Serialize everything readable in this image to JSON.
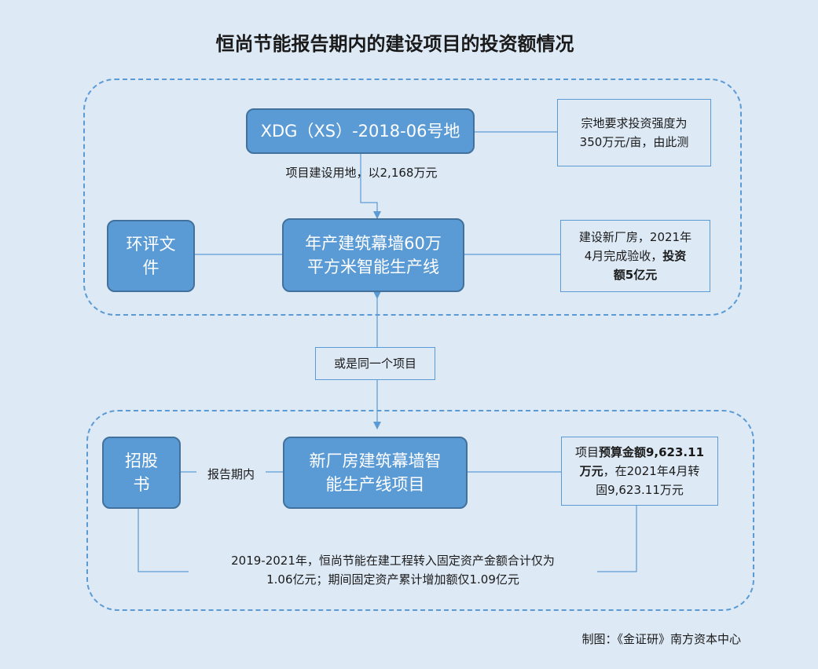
{
  "title": "恒尚节能报告期内的建设项目的投资额情况",
  "nodes": {
    "land": "XDG（XS）-2018-06号地",
    "eia_line1": "环评文",
    "eia_line2": "件",
    "line_line1": "年产建筑幕墙60万",
    "line_line2": "平方米智能生产线",
    "prospectus_line1": "招股",
    "prospectus_line2": "书",
    "project_line1": "新厂房建筑幕墙智",
    "project_line2": "能生产线项目"
  },
  "notes": {
    "land_note_line1": "宗地要求投资强度为",
    "land_note_line2": "350万元/亩，由此测",
    "line_note_line1": "建设新厂房，2021年",
    "line_note_line2": "4月完成验收，",
    "line_note_bold1": "投资",
    "line_note_bold2": "额5亿元",
    "project_note_pre": "项目",
    "project_note_bold1": "预算金额9,623.11",
    "project_note_bold2": "万元",
    "project_note_line2": "，在2021年4月转",
    "project_note_line3": "固9,623.11万元",
    "same_project": "或是同一个项目"
  },
  "labels": {
    "land_use": "项目建设用地，以2,168万元",
    "period": "报告期内",
    "summary_line1": "2019-2021年，恒尚节能在建工程转入固定资产金额合计仅为",
    "summary_line2": "1.06亿元；期间固定资产累计增加额仅1.09亿元"
  },
  "credit": "制图：《金证研》南方资本中心",
  "colors": {
    "background": "#dde9f5",
    "node_fill": "#5b9bd5",
    "node_border": "#41719c",
    "dashed_border": "#5b9bd5",
    "connector": "#5b9bd5"
  }
}
